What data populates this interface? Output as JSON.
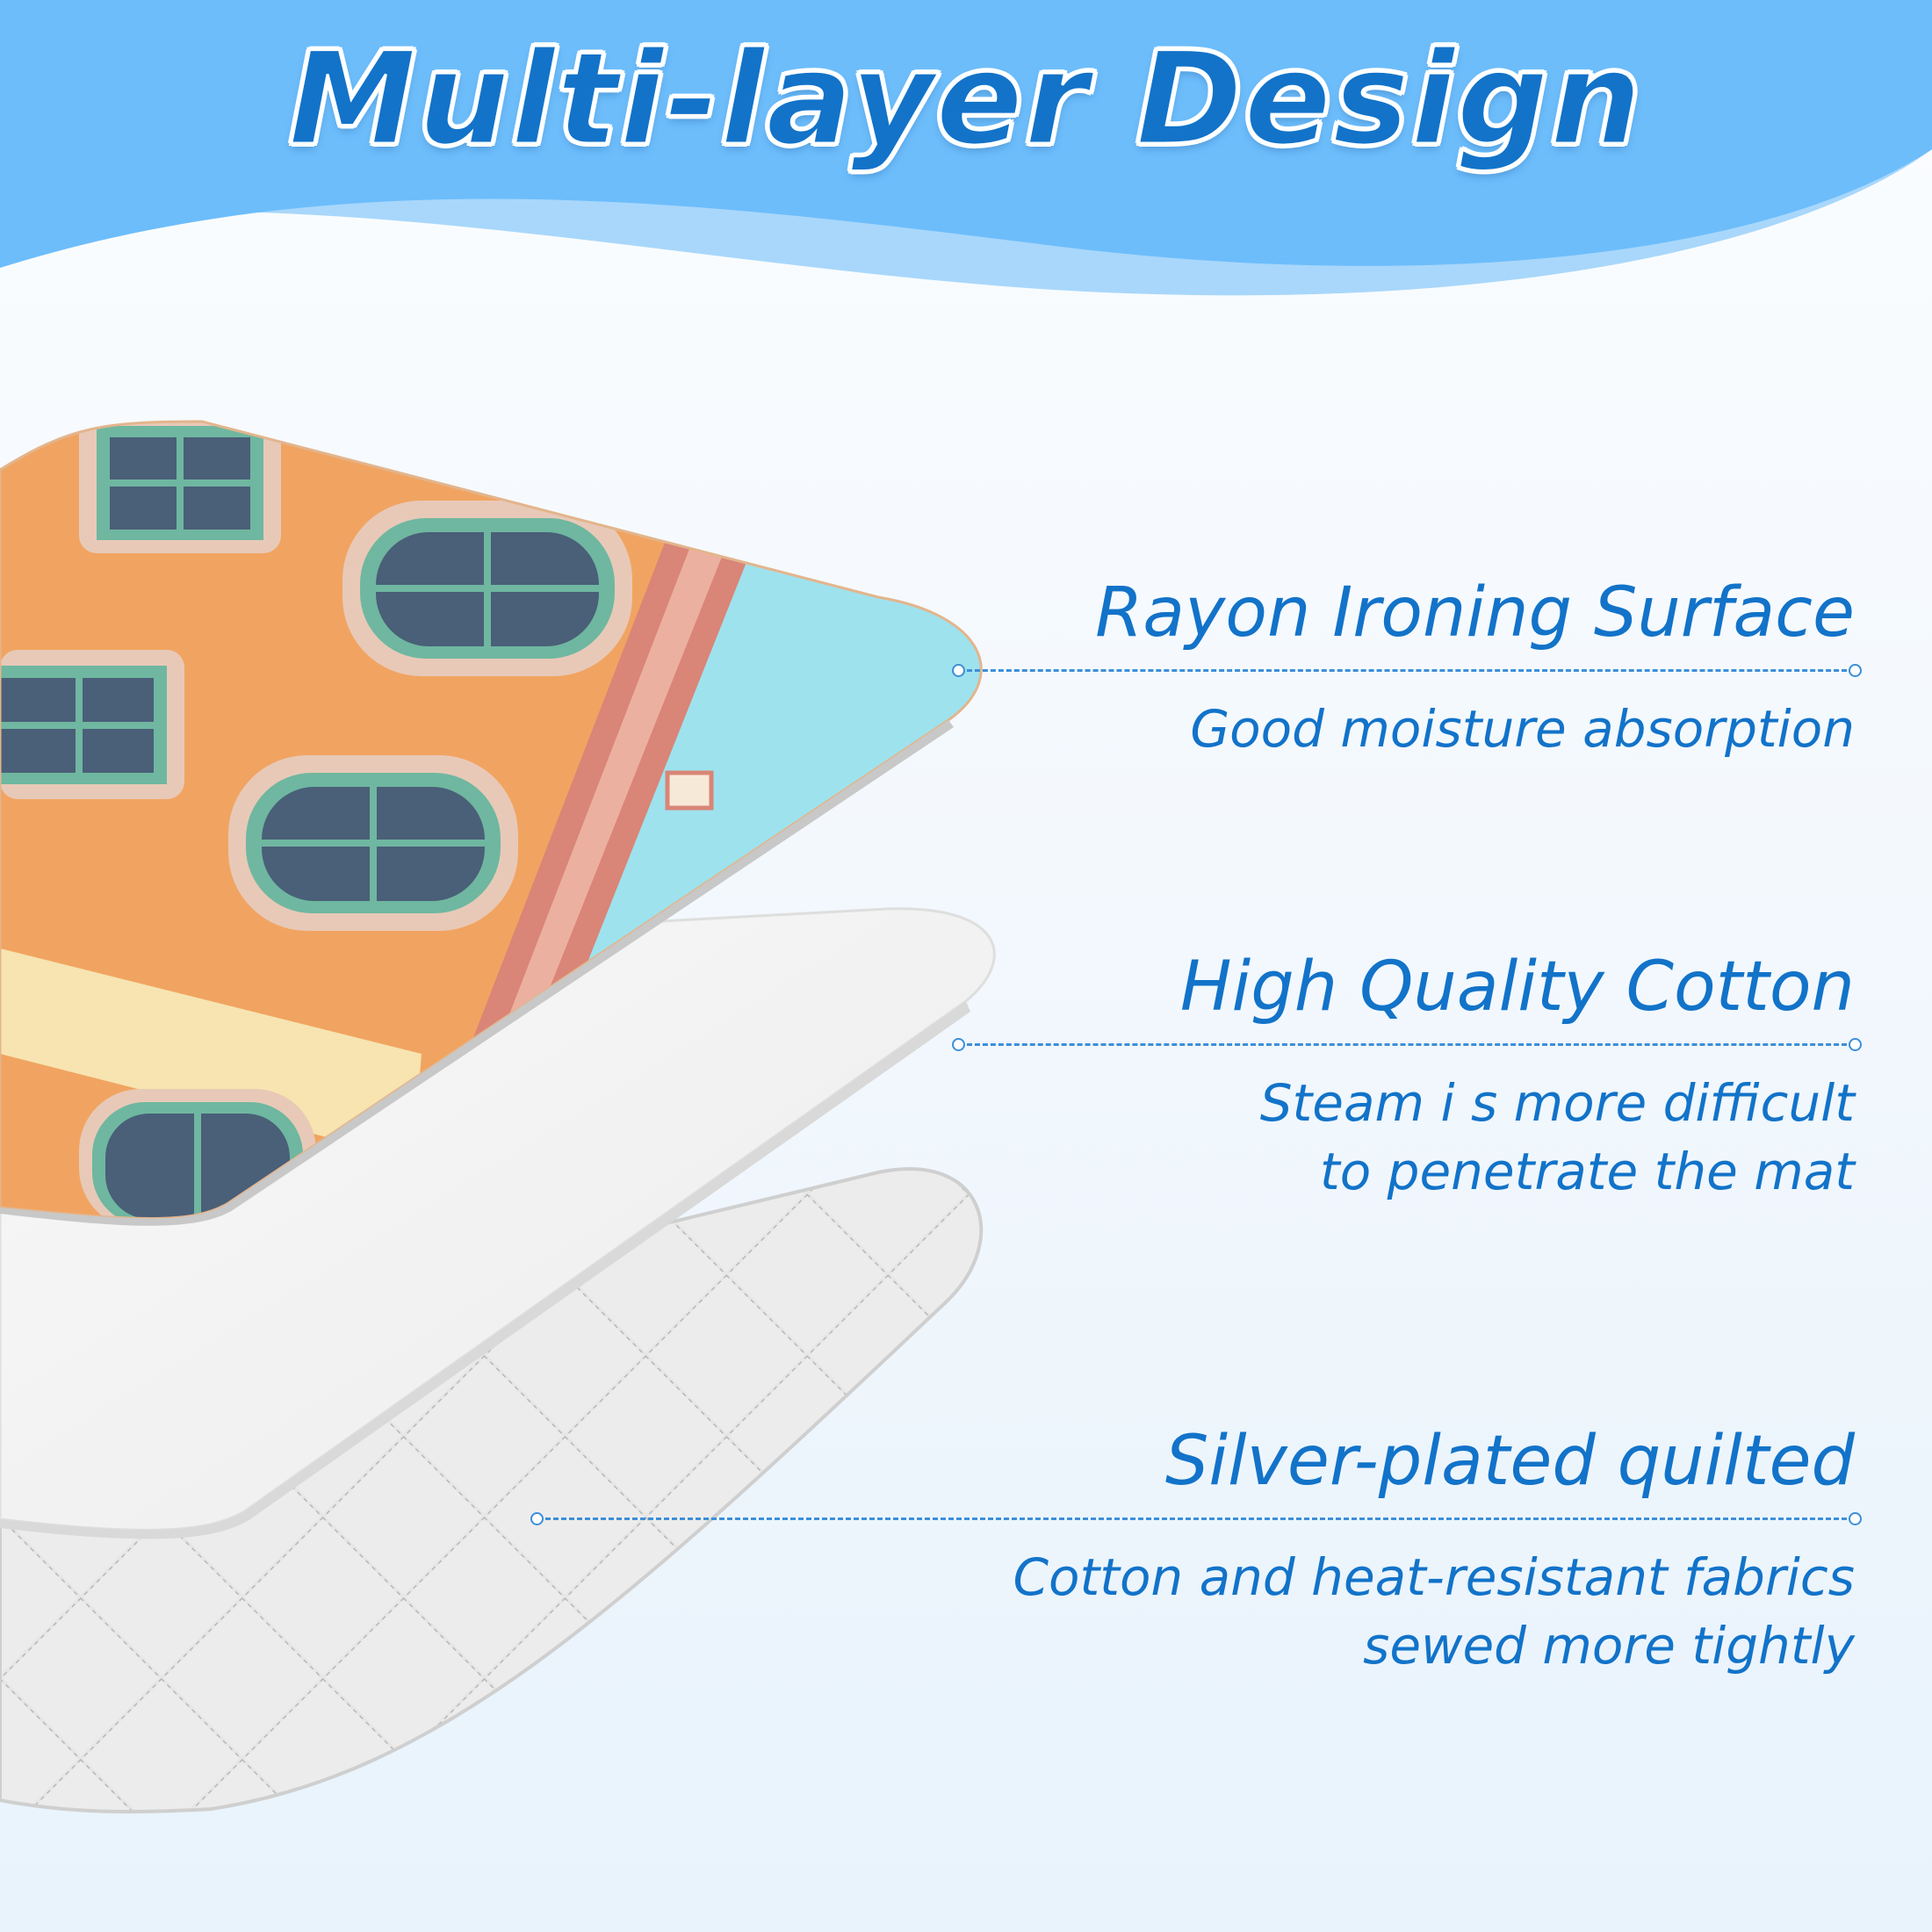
{
  "title": "Multi-layer Design",
  "colors": {
    "accent": "#1273c9",
    "banner": "#6dbdfb",
    "banner_light": "#a8d7fb",
    "rayon_wall": "#f1a461",
    "rayon_sky": "#9ee2ee",
    "window_frame": "#6fb7a0",
    "cotton": "#f3f3f3",
    "quilt": "#e4e4e4"
  },
  "features": [
    {
      "heading": "Rayon Ironing Surface",
      "desc_lines": [
        "Good moisture absorption"
      ]
    },
    {
      "heading": "High Quality Cotton",
      "desc_lines": [
        "Steam i s more difficult",
        "to penetrate the mat"
      ]
    },
    {
      "heading": "Silver-plated quilted",
      "desc_lines": [
        "Cotton and heat-resistant fabrics",
        "sewed more tightly"
      ]
    }
  ]
}
